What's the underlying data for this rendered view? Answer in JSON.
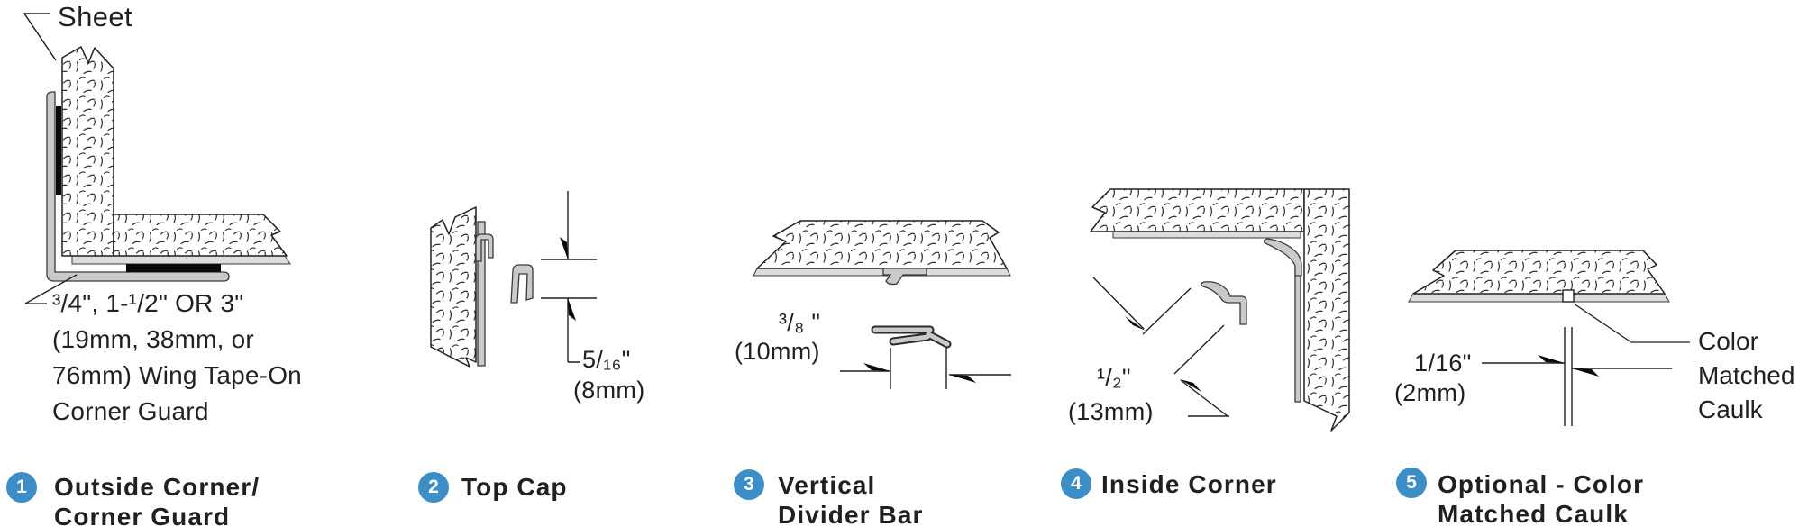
{
  "colors": {
    "badge": "#3d8dc6",
    "line": "#231f20"
  },
  "sheet_callout": "Sheet",
  "legend": [
    {
      "num": "1",
      "title": [
        "Outside Corner/",
        "Corner Guard"
      ],
      "note": [
        "³/4\", 1-¹/2\" OR 3\"",
        "(19mm, 38mm, or",
        "76mm) Wing Tape-On",
        "Corner Guard"
      ]
    },
    {
      "num": "2",
      "title": [
        "Top Cap"
      ],
      "dim": "5/₁₆\"",
      "dim_mm": "(8mm)"
    },
    {
      "num": "3",
      "title": [
        "Vertical",
        "Divider Bar"
      ],
      "dim": "³/₈ \"",
      "dim_mm": "(10mm)"
    },
    {
      "num": "4",
      "title": [
        "Inside Corner"
      ],
      "dim": "¹/₂\"",
      "dim_mm": "(13mm)"
    },
    {
      "num": "5",
      "title": [
        "Optional - Color",
        "Matched Caulk"
      ],
      "dim": "1/16\"",
      "dim_mm": "(2mm)",
      "callout": [
        "Color",
        "Matched",
        "Caulk"
      ]
    }
  ]
}
